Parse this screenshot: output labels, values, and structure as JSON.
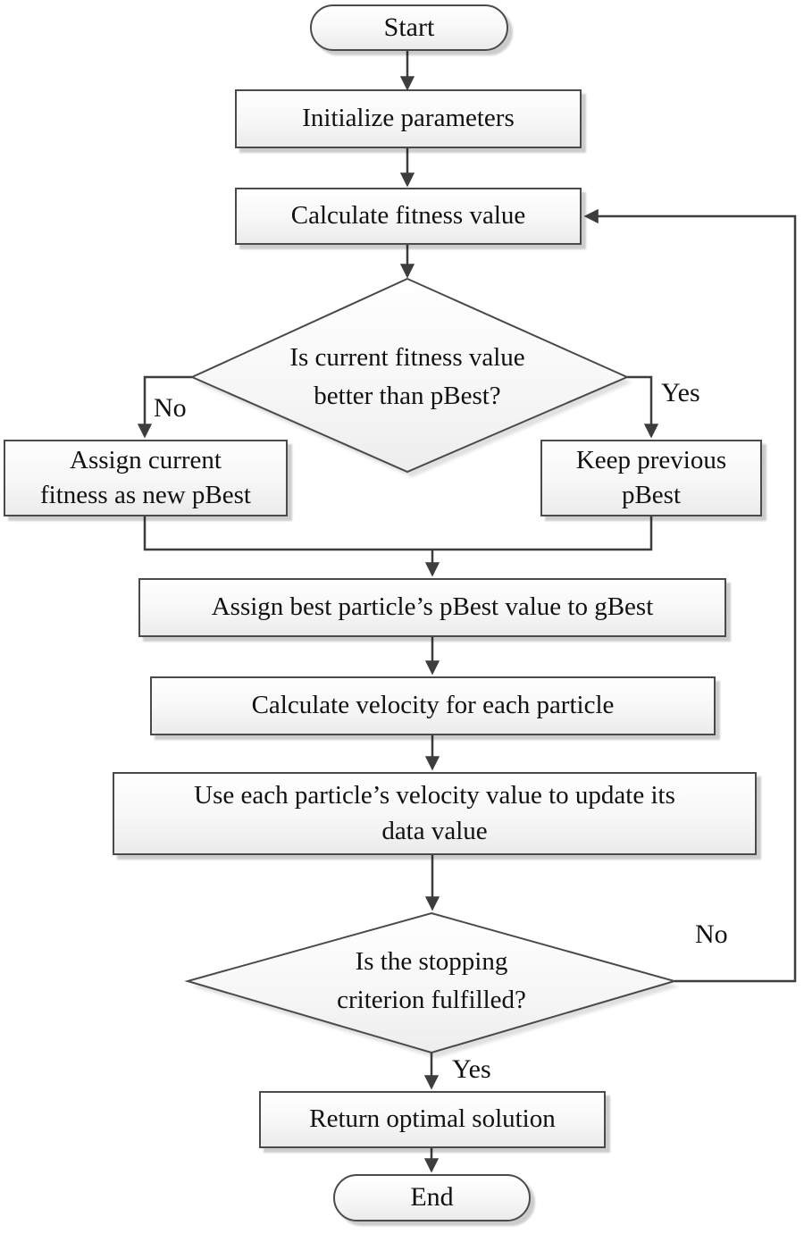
{
  "nodes": {
    "start": {
      "label": "Start"
    },
    "initialize": {
      "label": "Initialize parameters"
    },
    "calculate_fitness": {
      "label": "Calculate fitness value"
    },
    "fitness_decision": {
      "label": "Is current fitness value\nbetter than pBest?"
    },
    "assign_new_pbest": {
      "label": "Assign current\nfitness as new pBest"
    },
    "keep_previous_pbest": {
      "label": "Keep previous\npBest"
    },
    "assign_gbest": {
      "label": "Assign best particle’s pBest value to gBest"
    },
    "calculate_velocity": {
      "label": "Calculate velocity for each particle"
    },
    "update_data": {
      "label": "Use each particle’s velocity value to update its\ndata value"
    },
    "stopping_decision": {
      "label": "Is the stopping\ncriterion fulfilled?"
    },
    "return_solution": {
      "label": "Return optimal solution"
    },
    "end": {
      "label": "End"
    }
  },
  "edge_labels": {
    "fitness_no": "No",
    "fitness_yes": "Yes",
    "stopping_no": "No",
    "stopping_yes": "Yes"
  },
  "colors": {
    "line": "#3d3d3d",
    "node-border": "#4a4a4a",
    "node-fill-top": "#ffffff",
    "node-fill-bottom": "#ebebeb",
    "text": "#111111",
    "background": "#ffffff"
  }
}
